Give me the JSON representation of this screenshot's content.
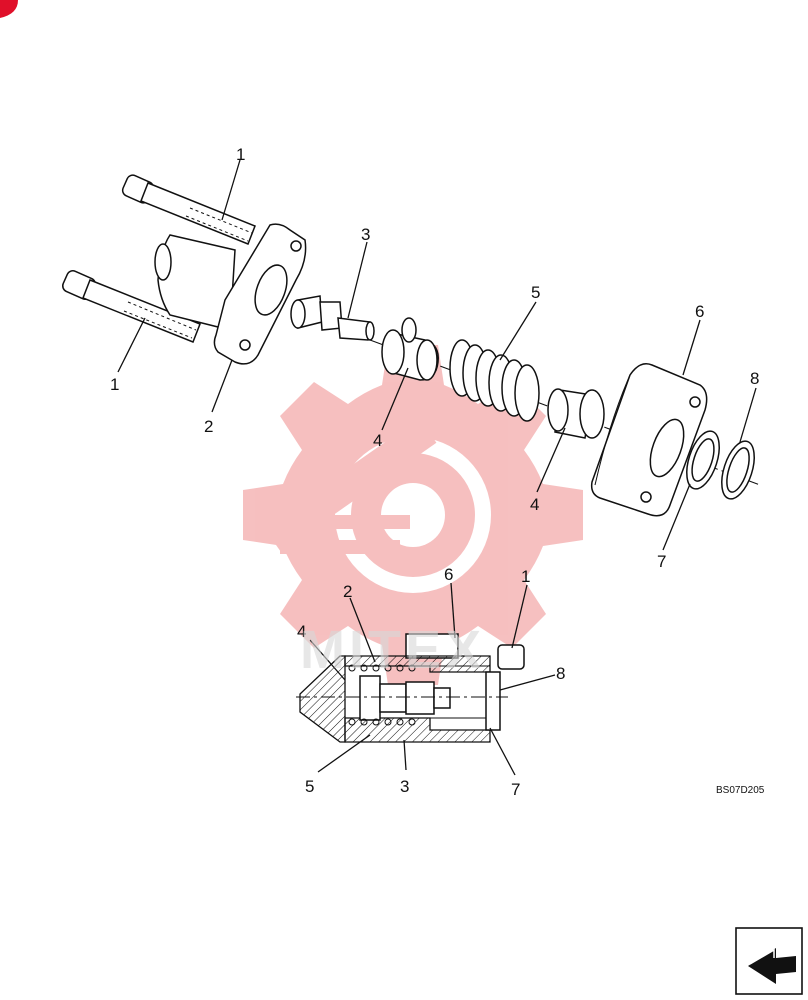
{
  "callouts": {
    "exploded": [
      {
        "label": "1"
      },
      {
        "label": "1"
      },
      {
        "label": "2"
      },
      {
        "label": "3"
      },
      {
        "label": "4"
      },
      {
        "label": "5"
      },
      {
        "label": "4"
      },
      {
        "label": "6"
      },
      {
        "label": "7"
      },
      {
        "label": "8"
      }
    ],
    "section": [
      {
        "label": "2"
      },
      {
        "label": "6"
      },
      {
        "label": "1"
      },
      {
        "label": "4"
      },
      {
        "label": "8"
      },
      {
        "label": "5"
      },
      {
        "label": "3"
      },
      {
        "label": "7"
      }
    ]
  },
  "drawing_code": "BS07D205",
  "watermark_text": "MITEX",
  "colors": {
    "watermark_red": "#f5b5b5",
    "corner_red": "#e0102a",
    "ink": "#111111"
  },
  "icons": {
    "watermark": "gear-wrench-logo",
    "nav": "arrow-left-icon"
  }
}
